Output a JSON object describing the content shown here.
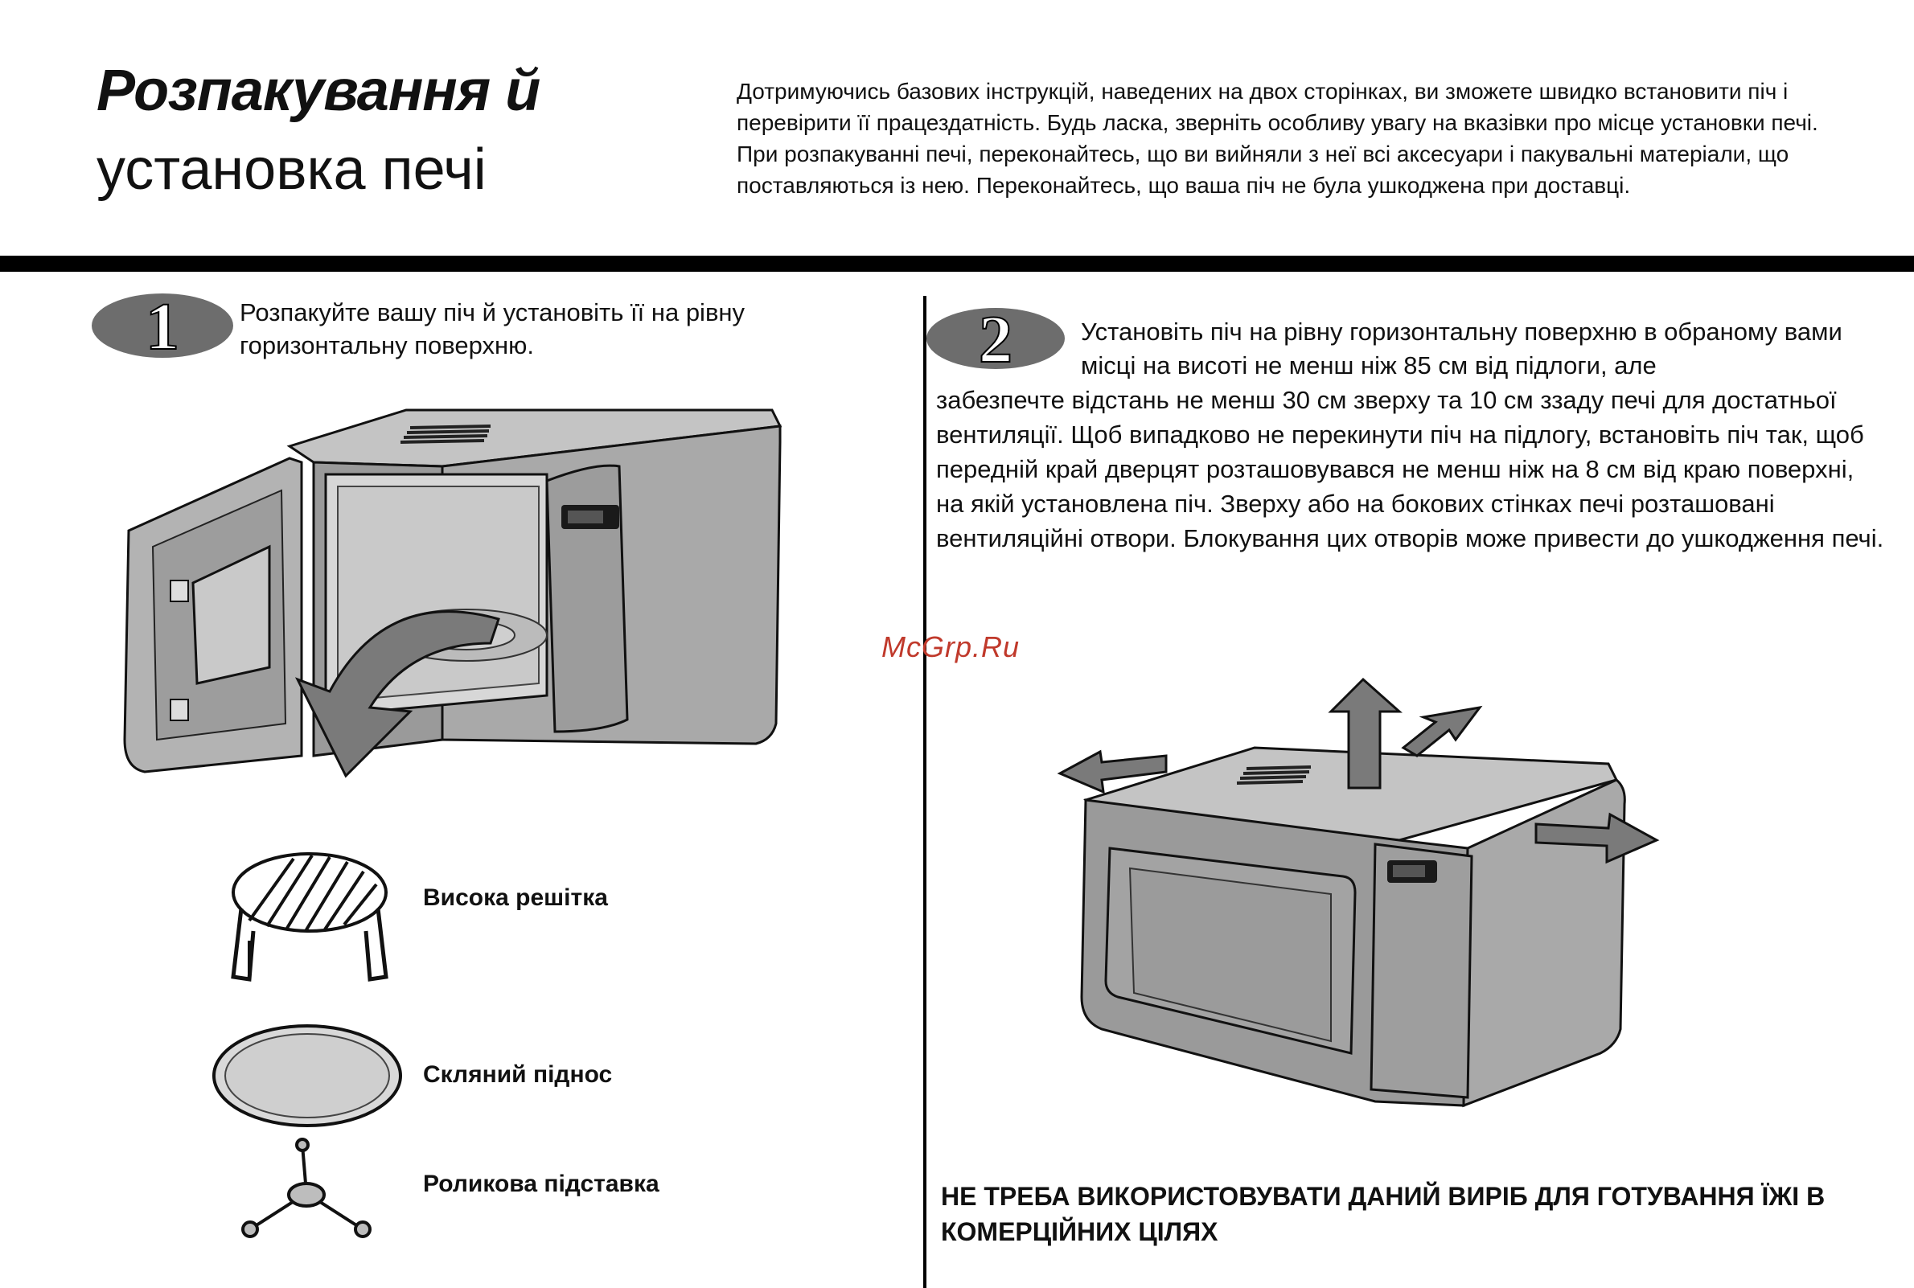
{
  "header": {
    "title_line1": "Розпакування й",
    "title_line2": "установка печі",
    "intro": "Дотримуючись базових інструкцій, наведених на двох сторінках, ви зможете швидко встановити піч і перевірити її працездатність. Будь ласка, зверніть особливу увагу на вказівки про місце установки печі. При розпакуванні печі, переконайтесь, що ви вийняли з неї всі аксесуари і пакувальні матеріали, що поставляються із нею. Переконайтесь, що ваша піч не була ушкоджена при доставці."
  },
  "step1": {
    "number": "1",
    "text": "Розпакуйте вашу піч й установіть її на рівну горизонтальну поверхню."
  },
  "accessories": [
    {
      "label": "Висока решітка"
    },
    {
      "label": "Скляний піднос"
    },
    {
      "label": "Роликова підставка"
    }
  ],
  "step2": {
    "number": "2",
    "text_lead": "Установіть піч на рівну горизонтальну поверхню в обраному вами місці на висоті не менш ніж 85 см від підлоги, але",
    "text_rest": "забезпечте відстань не менш 30 см зверху та 10 см ззаду печі для достатньої вентиляції. Щоб випадково не перекинути піч на підлогу, встановіть піч так, щоб передній край дверцят розташовувався не менш ніж на 8 см від краю поверхні, на якій установлена піч. Зверху або на бокових стінках печі розташовані вентиляційні отвори. Блокування цих отворів може привести до ушкодження печі."
  },
  "watermark": "McGrp.Ru",
  "warning": "НЕ ТРЕБА ВИКОРИСТОВУВАТИ ДАНИЙ ВИРІБ ДЛЯ ГОТУВАННЯ ЇЖІ В КОМЕРЦІЙНИХ ЦІЛЯХ",
  "colors": {
    "oven_body": "#a9a9a9",
    "oven_dark": "#6f6f6f",
    "badge": "#6d6d6d",
    "tray": "#cfcfcf",
    "watermark": "#c0392b"
  }
}
